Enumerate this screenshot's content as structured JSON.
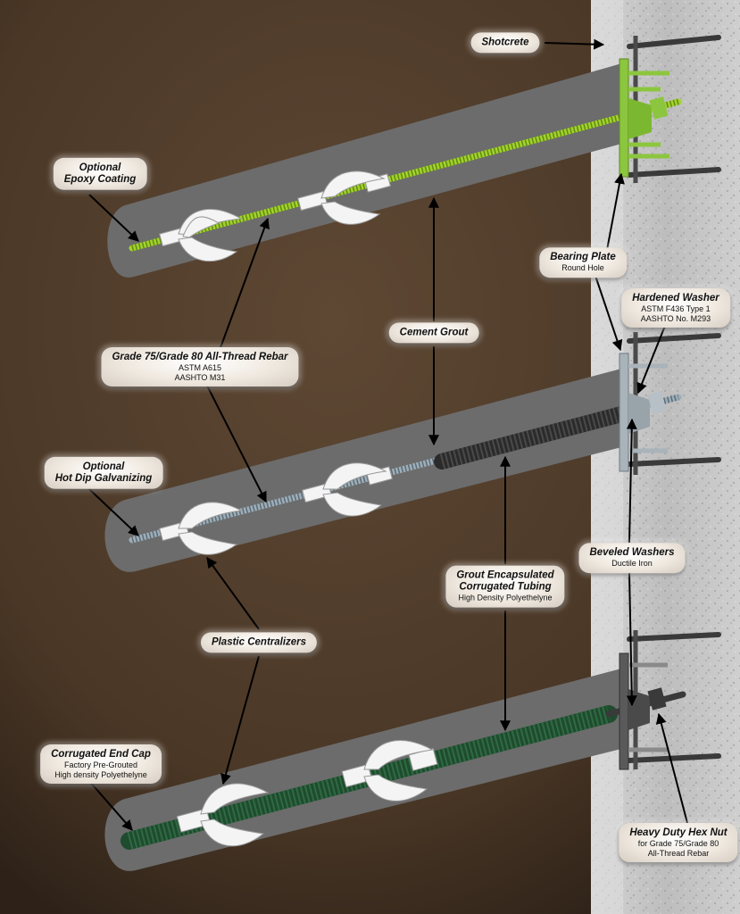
{
  "labels": {
    "shotcrete": {
      "title": "Shotcrete"
    },
    "epoxy": {
      "title_line1": "Optional",
      "title_line2": "Epoxy Coating"
    },
    "bearing_plate": {
      "title": "Bearing Plate",
      "sub": "Round Hole"
    },
    "hardened_washer": {
      "title": "Hardened Washer",
      "sub_line1": "ASTM F436 Type 1",
      "sub_line2": "AASHTO No. M293"
    },
    "cement_grout": {
      "title": "Cement Grout"
    },
    "rebar": {
      "title": "Grade 75/Grade 80 All-Thread Rebar",
      "sub_line1": "ASTM A615",
      "sub_line2": "AASHTO M31"
    },
    "galvanizing": {
      "title_line1": "Optional",
      "title_line2": "Hot Dip Galvanizing"
    },
    "beveled_washers": {
      "title": "Beveled Washers",
      "sub": "Ductile Iron"
    },
    "corrugated_tubing": {
      "title_line1": "Grout Encapsulated",
      "title_line2": "Corrugated Tubing",
      "sub": "High Density Polyethelyne"
    },
    "centralizers": {
      "title": "Plastic Centralizers"
    },
    "end_cap": {
      "title": "Corrugated End Cap",
      "sub_line1": "Factory Pre-Grouted",
      "sub_line2": "High density Polyethelyne"
    },
    "hex_nut": {
      "title": "Heavy Duty Hex Nut",
      "sub_line1": "for Grade 75/Grade 80",
      "sub_line2": "All-Thread Rebar"
    }
  },
  "colors": {
    "soil": "#4a3726",
    "grout": "#6c6c6c",
    "wall": "#c9c9c9",
    "epoxy_bar": "#a4d22d",
    "galvanized_bar": "#9eaeb8",
    "corrugated_tube": "#1f4b2e",
    "black_tubing": "#2b2b2b",
    "bearing_plate_green": "#8cc63f",
    "centralizer": "#f4f4f4"
  }
}
